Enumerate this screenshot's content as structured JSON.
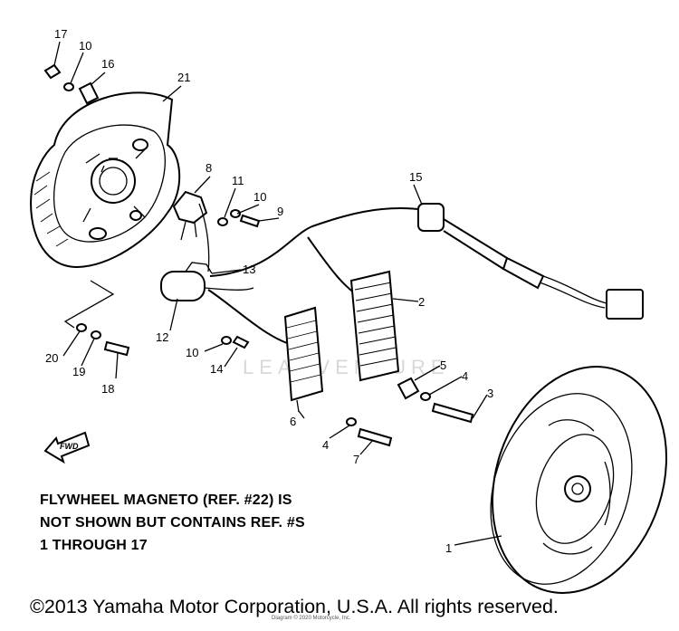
{
  "callouts": {
    "c17": "17",
    "c10a": "10",
    "c16": "16",
    "c21": "21",
    "c8": "8",
    "c11": "11",
    "c10b": "10",
    "c9": "9",
    "c15": "15",
    "c13": "13",
    "c12": "12",
    "c10c": "10",
    "c14": "14",
    "c2": "2",
    "c20": "20",
    "c19": "19",
    "c18": "18",
    "c5": "5",
    "c4a": "4",
    "c3": "3",
    "c6": "6",
    "c4b": "4",
    "c7": "7",
    "c1": "1"
  },
  "fwd_label": "FWD",
  "watermark": "LEADVENTURE",
  "stamp": "Diagram © 2020 Motorcycle, Inc.",
  "note": {
    "line1": "FLYWHEEL MAGNETO (REF. #22) IS",
    "line2": "NOT SHOWN BUT CONTAINS REF. #S",
    "line3": "1 THROUGH 17"
  },
  "copyright": "©2013 Yamaha Motor Corporation, U.S.A. All rights reserved."
}
